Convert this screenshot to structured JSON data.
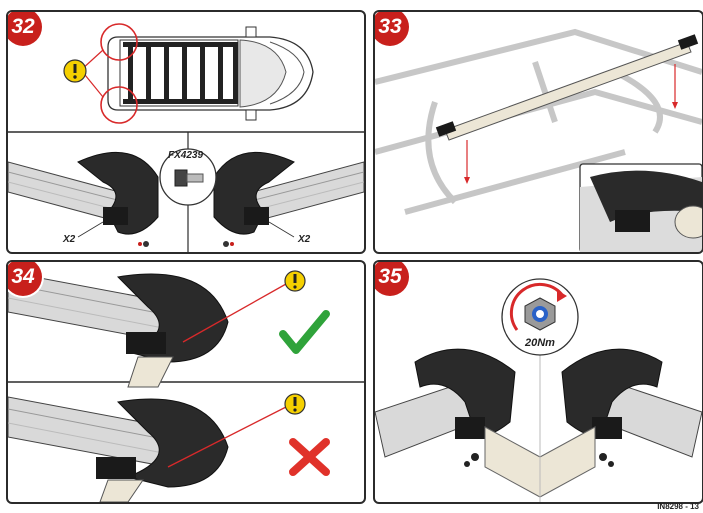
{
  "steps": [
    {
      "number": "32",
      "labels": {
        "part_code": "FX4239",
        "qty_left": "X2",
        "qty_right": "X2"
      }
    },
    {
      "number": "33"
    },
    {
      "number": "34"
    },
    {
      "number": "35",
      "labels": {
        "torque": "20Nm"
      }
    }
  ],
  "icons": {
    "warning": "warning-icon",
    "check": "check-icon",
    "cross": "cross-icon",
    "rotate": "rotate-arrow-icon",
    "bolt": "nut-icon"
  },
  "colors": {
    "badge": "#c8201c",
    "warning": "#f5d000",
    "check": "#2fa33a",
    "cross": "#e0322a",
    "arrow": "#d8292a"
  },
  "footer": {
    "doc_ref": "IN8298 - 13"
  }
}
